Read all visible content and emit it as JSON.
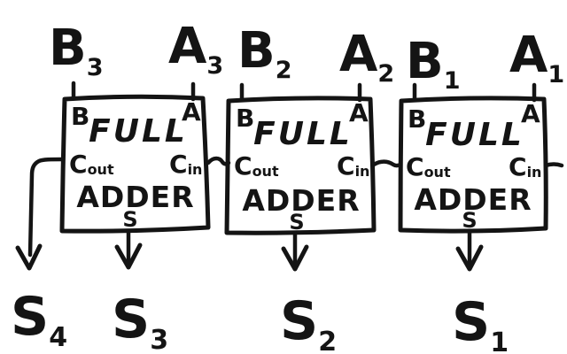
{
  "colors": {
    "background": "#ffffff",
    "ink": "#141414"
  },
  "adders": [
    {
      "title_line1": "FULL",
      "title_line2": "ADDER",
      "ports": {
        "b": "B",
        "a": "A",
        "cout": {
          "main": "C",
          "sub": "out"
        },
        "cin": {
          "main": "C",
          "sub": "in"
        },
        "s": "S"
      },
      "inputs": {
        "b": {
          "main": "B",
          "sub": "3"
        },
        "a": {
          "main": "A",
          "sub": "3"
        }
      },
      "sum": {
        "main": "S",
        "sub": "3"
      }
    },
    {
      "title_line1": "FULL",
      "title_line2": "ADDER",
      "ports": {
        "b": "B",
        "a": "A",
        "cout": {
          "main": "C",
          "sub": "out"
        },
        "cin": {
          "main": "C",
          "sub": "in"
        },
        "s": "S"
      },
      "inputs": {
        "b": {
          "main": "B",
          "sub": "2"
        },
        "a": {
          "main": "A",
          "sub": "2"
        }
      },
      "sum": {
        "main": "S",
        "sub": "2"
      }
    },
    {
      "title_line1": "FULL",
      "title_line2": "ADDER",
      "ports": {
        "b": "B",
        "a": "A",
        "cout": {
          "main": "C",
          "sub": "out"
        },
        "cin": {
          "main": "C",
          "sub": "in"
        },
        "s": "S"
      },
      "inputs": {
        "b": {
          "main": "B",
          "sub": "1"
        },
        "a": {
          "main": "A",
          "sub": "1"
        }
      },
      "sum": {
        "main": "S",
        "sub": "1"
      }
    }
  ],
  "carry_out_label": {
    "main": "S",
    "sub": "4"
  }
}
